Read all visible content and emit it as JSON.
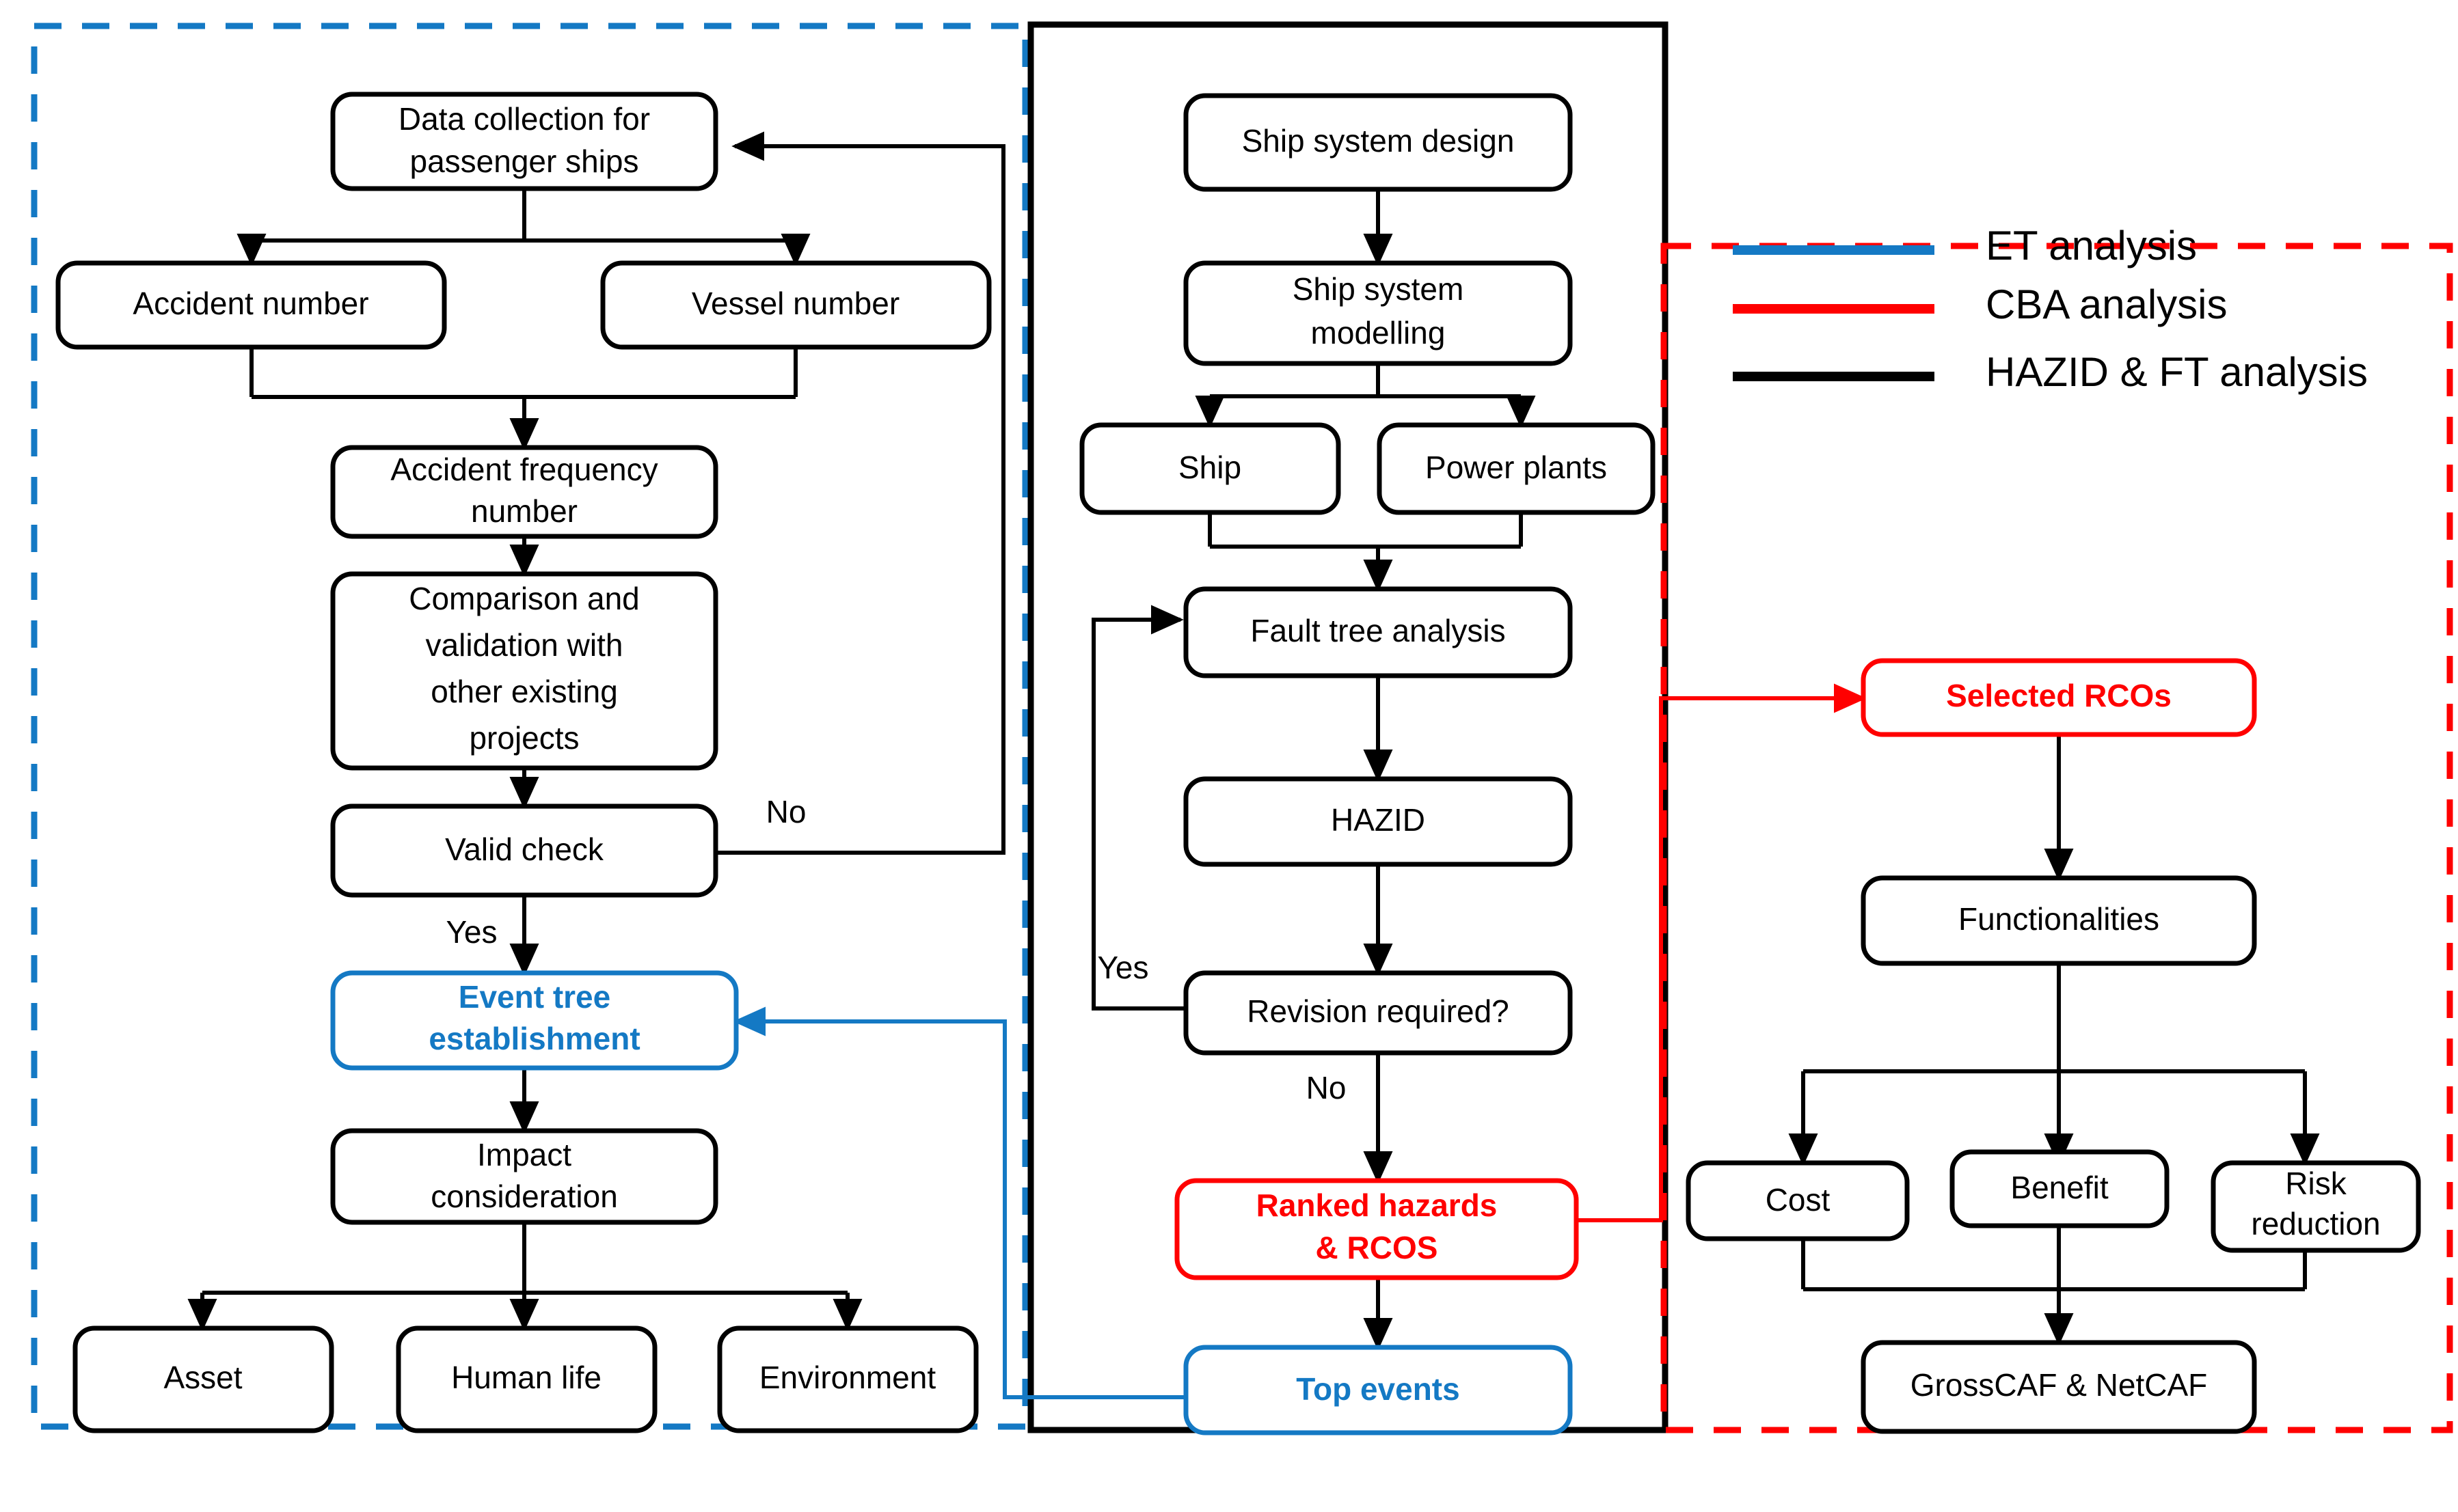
{
  "colors": {
    "blue": "#1479c4",
    "red": "#ff0000",
    "black": "#000000",
    "white": "#ffffff"
  },
  "legend": {
    "items": [
      {
        "label": "ET analysis",
        "color": "#1479c4"
      },
      {
        "label": "CBA analysis",
        "color": "#ff0000"
      },
      {
        "label": "HAZID & FT analysis",
        "color": "#000000"
      }
    ]
  },
  "groups": [
    {
      "name": "et-analysis-group",
      "style": "dashed",
      "color": "#1479c4"
    },
    {
      "name": "hazid-ft-analysis-group",
      "style": "solid",
      "color": "#000000"
    },
    {
      "name": "cba-analysis-group",
      "style": "dashed",
      "color": "#ff0000"
    }
  ],
  "nodes": {
    "data_collection": {
      "label": "Data collection for passenger ships",
      "lines": [
        "Data collection for",
        "passenger ships"
      ],
      "color": "#000000"
    },
    "accident_number": {
      "label": "Accident number",
      "lines": [
        "Accident number"
      ],
      "color": "#000000"
    },
    "vessel_number": {
      "label": "Vessel number",
      "lines": [
        "Vessel number"
      ],
      "color": "#000000"
    },
    "accident_frequency": {
      "label": "Accident frequency number",
      "lines": [
        "Accident frequency",
        "number"
      ],
      "color": "#000000"
    },
    "comparison": {
      "label": "Comparison and validation with other existing projects",
      "lines": [
        "Comparison and",
        "validation with",
        "other existing",
        "projects"
      ],
      "color": "#000000"
    },
    "valid_check": {
      "label": "Valid check",
      "lines": [
        "Valid check"
      ],
      "color": "#000000"
    },
    "event_tree": {
      "label": "Event tree establishment",
      "lines": [
        "Event tree",
        "establishment"
      ],
      "color": "#1479c4"
    },
    "impact": {
      "label": "Impact consideration",
      "lines": [
        "Impact",
        "consideration"
      ],
      "color": "#000000"
    },
    "asset": {
      "label": "Asset",
      "lines": [
        "Asset"
      ],
      "color": "#000000"
    },
    "human_life": {
      "label": "Human life",
      "lines": [
        "Human life"
      ],
      "color": "#000000"
    },
    "environment": {
      "label": "Environment",
      "lines": [
        "Environment"
      ],
      "color": "#000000"
    },
    "ship_system_design": {
      "label": "Ship system design",
      "lines": [
        "Ship system design"
      ],
      "color": "#000000"
    },
    "ship_system_modelling": {
      "label": "Ship system modelling",
      "lines": [
        "Ship system",
        "modelling"
      ],
      "color": "#000000"
    },
    "ship": {
      "label": "Ship",
      "lines": [
        "Ship"
      ],
      "color": "#000000"
    },
    "power_plants": {
      "label": "Power plants",
      "lines": [
        "Power plants"
      ],
      "color": "#000000"
    },
    "fault_tree": {
      "label": "Fault tree analysis",
      "lines": [
        "Fault tree analysis"
      ],
      "color": "#000000"
    },
    "hazid": {
      "label": "HAZID",
      "lines": [
        "HAZID"
      ],
      "color": "#000000"
    },
    "revision": {
      "label": "Revision required?",
      "lines": [
        "Revision required?"
      ],
      "color": "#000000"
    },
    "ranked_hazards": {
      "label": "Ranked hazards & RCOS",
      "lines": [
        "Ranked hazards",
        "& RCOS"
      ],
      "color": "#ff0000"
    },
    "top_events": {
      "label": "Top events",
      "lines": [
        "Top events"
      ],
      "color": "#1479c4"
    },
    "selected_rcos": {
      "label": "Selected RCOs",
      "lines": [
        "Selected RCOs"
      ],
      "color": "#ff0000"
    },
    "functionalities": {
      "label": "Functionalities",
      "lines": [
        "Functionalities"
      ],
      "color": "#000000"
    },
    "cost": {
      "label": "Cost",
      "lines": [
        "Cost"
      ],
      "color": "#000000"
    },
    "benefit": {
      "label": "Benefit",
      "lines": [
        "Benefit"
      ],
      "color": "#000000"
    },
    "risk_reduction": {
      "label": "Risk reduction",
      "lines": [
        "Risk",
        "reduction"
      ],
      "color": "#000000"
    },
    "grosscaf_netcaf": {
      "label": "GrossCAF & NetCAF",
      "lines": [
        "GrossCAF & NetCAF"
      ],
      "color": "#000000"
    }
  },
  "edge_labels": {
    "valid_check_no": "No",
    "valid_check_yes": "Yes",
    "revision_yes": "Yes",
    "revision_no": "No"
  }
}
